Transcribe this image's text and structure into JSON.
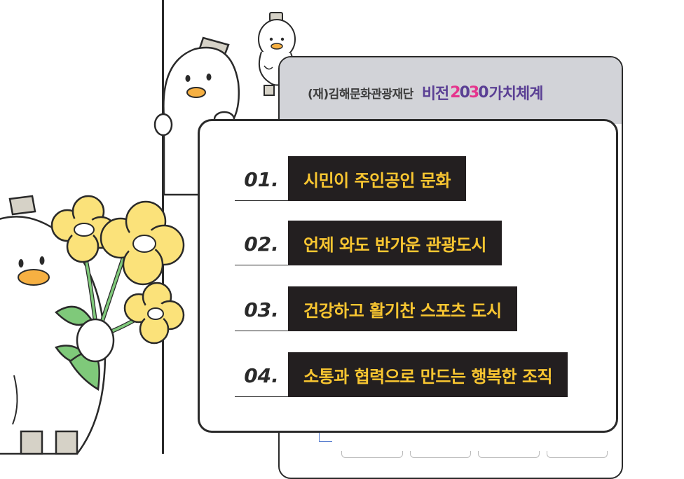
{
  "header": {
    "org_name": "(재)김해문화관광재단",
    "vision_prefix": "비전",
    "vision_year_digits": [
      "2",
      "0",
      "3",
      "0"
    ],
    "vision_suffix": "가치체계"
  },
  "items": [
    {
      "number": "01.",
      "label": "시민이 주인공인 문화"
    },
    {
      "number": "02.",
      "label": "언제 와도 반가운 관광도시"
    },
    {
      "number": "03.",
      "label": "건강하고 활기찬 스포츠 도시"
    },
    {
      "number": "04.",
      "label": "소통과 협력으로 만드는 행복한 조직"
    }
  ],
  "colors": {
    "label_background": "#231f20",
    "label_text": "#f9c631",
    "header_background": "#d2d3d8",
    "vision_purple": "#5a3f94",
    "vision_pink": "#e5358d",
    "flower_yellow": "#fbe27a",
    "leaf_green": "#7fc97a",
    "beak_orange": "#f6b042"
  },
  "icons": {
    "mascot_small": "duck-mascot-icon",
    "mascot_peeking": "duck-mascot-icon",
    "mascot_bouquet": "duck-mascot-icon",
    "bouquet": "flower-bouquet-icon"
  }
}
